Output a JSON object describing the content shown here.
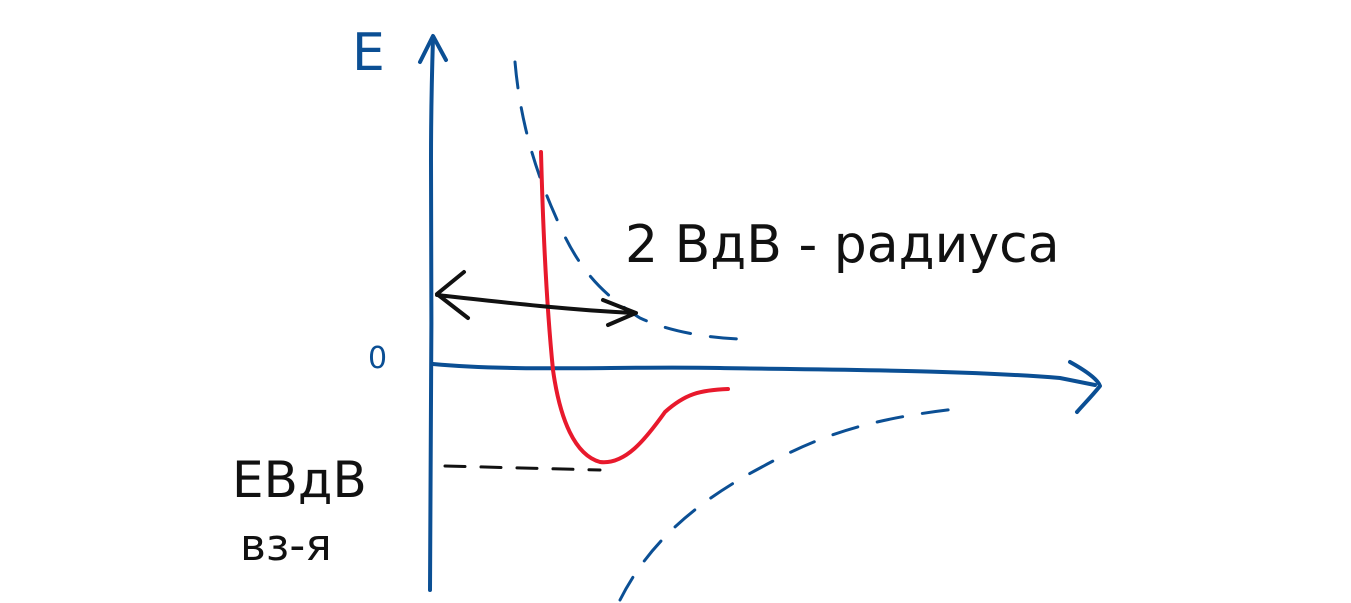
{
  "labels": {
    "y_axis": "E",
    "zero": "0",
    "distance": "2 ВдВ - радиуса",
    "well_depth_line1": "EВдВ",
    "well_depth_line2": "вз-я"
  },
  "colors": {
    "axis": "#0b4f94",
    "curve": "#e8192c",
    "arrow": "#111111",
    "text_black": "#111111",
    "text_blue": "#0b4f94"
  }
}
